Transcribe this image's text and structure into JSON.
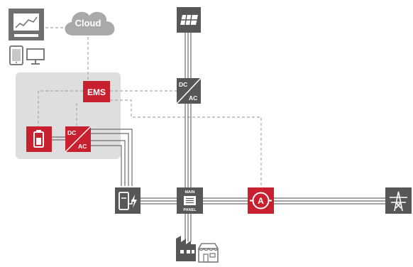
{
  "diagram": {
    "cloud_label": "Cloud",
    "ems_label": "EMS",
    "inverter_main": {
      "top": "DC",
      "bottom": "AC"
    },
    "inverter_battery": {
      "top": "DC",
      "bottom": "AC"
    },
    "main_panel": {
      "top": "MAIN",
      "bottom": "PANEL"
    },
    "meter_symbol": "A"
  },
  "icons": {
    "monitor": "monitor-chart-icon",
    "tablet": "tablet-icon",
    "desktop": "desktop-icon",
    "solar": "solar-panel-icon",
    "battery": "battery-icon",
    "ev_charger": "ev-charger-icon",
    "meter": "energy-meter-icon",
    "grid": "power-grid-tower-icon",
    "building": "factory-icon",
    "shop": "shop-icon"
  },
  "colors": {
    "accent_red": "#c8202e",
    "icon_dark": "#555759",
    "cloud_gray": "#a9a9ab",
    "panel_bg": "#dedede",
    "dashed": "#a8a8a8",
    "wire": "#6e6e6e"
  }
}
